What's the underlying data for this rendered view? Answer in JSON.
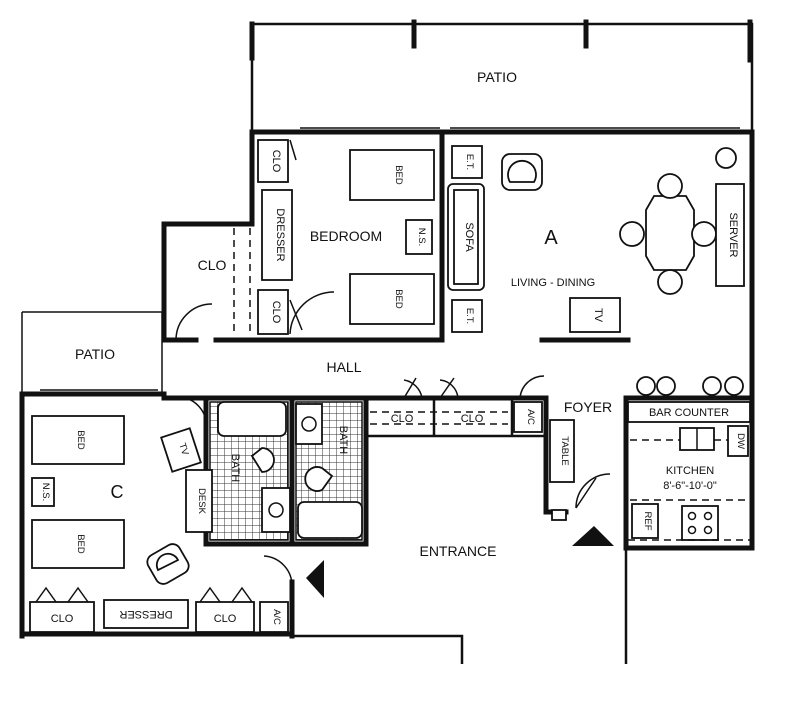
{
  "rooms": {
    "patio_top": "PATIO",
    "patio_left": "PATIO",
    "bedroom": "BEDROOM",
    "living_dining": "LIVING - DINING",
    "unit_a": "A",
    "unit_c": "C",
    "hall": "HALL",
    "entrance": "ENTRANCE",
    "foyer": "FOYER",
    "kitchen": "KITCHEN",
    "kitchen_size": "8'-6\"-10'-0\"",
    "bar_counter": "BAR COUNTER"
  },
  "fixtures": {
    "clo": "CLO",
    "dresser": "DRESSER",
    "bed": "BED",
    "ns": "N.S.",
    "et": "E.T.",
    "sofa": "SOFA",
    "server": "SERVER",
    "tv": "TV",
    "desk": "DESK",
    "bath": "BATH",
    "table": "TABLE",
    "ac": "A/C",
    "dw": "DW",
    "ref": "REF"
  }
}
